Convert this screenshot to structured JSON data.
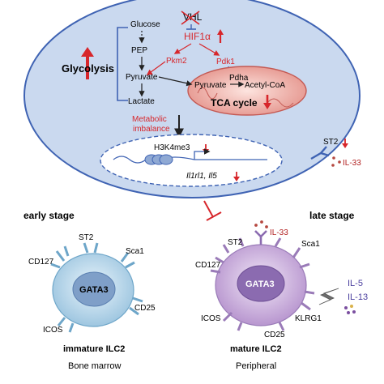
{
  "top_cell": {
    "glucose": "Glucose",
    "pep": "PEP",
    "pyruvate": "Pyruvate",
    "lactate": "Lactate",
    "glycolysis": "Glycolysis",
    "vhl": "VHL",
    "hif1a": "HIF1α",
    "pkm2": "Pkm2",
    "pdk1": "Pdk1",
    "pdha": "Pdha",
    "mito_pyruvate": "Pyruvate",
    "acetyl_coa": "Acetyl-CoA",
    "tca_cycle": "TCA cycle",
    "metabolic": "Metabolic",
    "imbalance": "imbalance",
    "h3k4me3": "H3K4me3",
    "genes": "Il1rl1, Il5",
    "st2": "ST2",
    "il33": "IL-33"
  },
  "early": {
    "stage": "early stage",
    "st2": "ST2",
    "cd127": "CD127",
    "sca1": "Sca1",
    "gata3": "GATA3",
    "cd25": "CD25",
    "icos": "ICOS",
    "cell_name": "immature ILC2",
    "location": "Bone marrow"
  },
  "late": {
    "stage": "late stage",
    "st2": "ST2",
    "il33": "IL-33",
    "cd127": "CD127",
    "sca1": "Sca1",
    "gata3": "GATA3",
    "icos": "ICOS",
    "cd25": "CD25",
    "klrg1": "KLRG1",
    "il5": "IL-5",
    "il13": "IL-13",
    "cell_name": "mature ILC2",
    "location": "Peripheral"
  },
  "colors": {
    "red": "#d7262b",
    "dark_red": "#b22222",
    "blue": "#3f63b3",
    "cell_fill": "#c9d9ef",
    "mito": "#e9a7a0",
    "gata_early": "#7f9fc8",
    "gata_late": "#8b6bb0"
  }
}
